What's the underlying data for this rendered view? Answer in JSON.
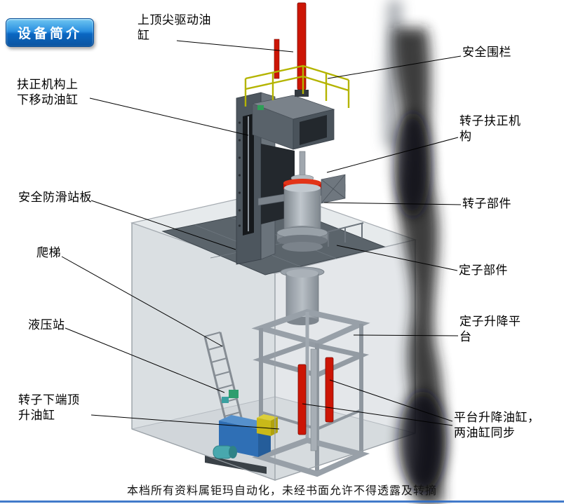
{
  "badge": {
    "label": "设备简介"
  },
  "footer": {
    "text": "本档所有资料属钜玛自动化，未经书面允许不得透露及转摘"
  },
  "labels": {
    "top_tip_drive_cylinder": "上顶尖驱动油\n缸",
    "safety_fence": "安全围栏",
    "centering_mech_updown_cylinder": "扶正机构上\n下移动油缸",
    "rotor_centering_mech": "转子扶正机\n构",
    "safety_antislip_board": "安全防滑站板",
    "rotor_component": "转子部件",
    "ladder": "爬梯",
    "stator_component": "定子部件",
    "hydraulic_station": "液压站",
    "stator_lift_platform": "定子升降平\n台",
    "rotor_bottom_jack_cylinder": "转子下端顶\n升油缸",
    "platform_lift_cylinders": "平台升降油缸，\n两油缸同步"
  },
  "colors": {
    "badge_blue_light": "#6ec6f2",
    "badge_blue_dark": "#0a66c2",
    "cylinder_red": "#cc1505",
    "railing_yellow": "#b4b400",
    "hydraulic_blue": "#2f6fb5",
    "pump_yellow": "#c9b919",
    "frame_dark": "#4d565e",
    "platform_gray": "#5b646b"
  }
}
